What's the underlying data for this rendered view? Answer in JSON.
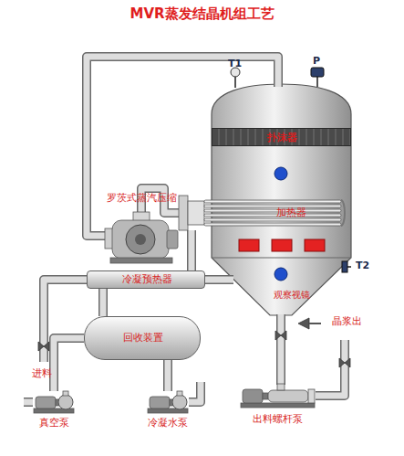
{
  "diagram": {
    "title": "MVR蒸发结晶机组工艺",
    "nodes": [
      {
        "text": [
          "扑沫器"
        ]
      },
      {
        "text": [
          "罗茨式蒸汽压缩"
        ]
      },
      {
        "text": [
          "加热器"
        ]
      },
      {
        "text": [
          "冷凝预热器"
        ]
      },
      {
        "text": [
          "回收装置"
        ]
      },
      {
        "text": [
          "真空泵"
        ]
      },
      {
        "text": [
          "冷凝水泵"
        ]
      },
      {
        "text": [
          "出料螺杆泵"
        ]
      }
    ],
    "edges": [
      {
        "from": 1,
        "to": 2,
        "arrow": "none"
      },
      {
        "from": 2,
        "to": 3,
        "arrow": "none"
      },
      {
        "from": 3,
        "to": 4,
        "arrow": "none"
      },
      {
        "from": 4,
        "to": 5,
        "arrow": "none"
      },
      {
        "from": 4,
        "to": 6,
        "arrow": "none"
      }
    ],
    "labels": [
      "T1",
      "P",
      "T2",
      "观察视镜",
      "进料",
      "晶浆出"
    ]
  }
}
